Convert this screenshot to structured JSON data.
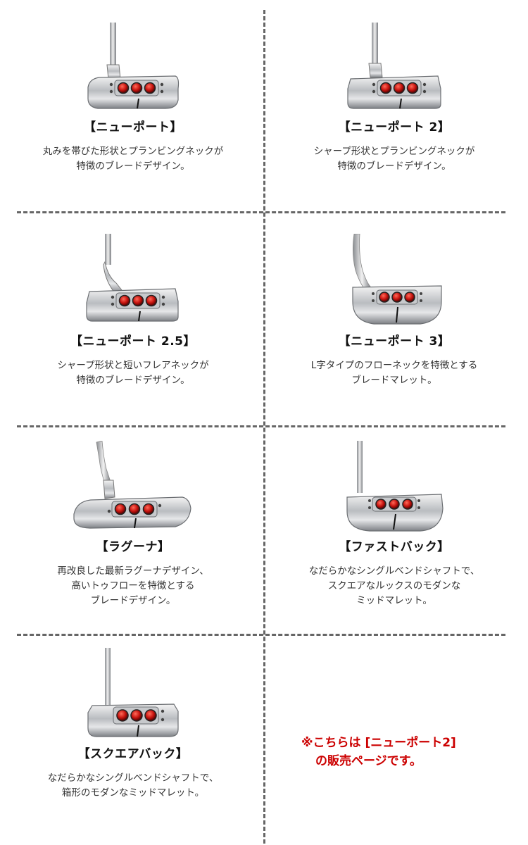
{
  "products": [
    {
      "name": "【ニューポート】",
      "desc": [
        "丸みを帯びた形状とプランビングネックが",
        "特徴のブレードデザイン。"
      ]
    },
    {
      "name": "【ニューポート 2】",
      "desc": [
        "シャープ形状とプランビングネックが",
        "特徴のブレードデザイン。"
      ]
    },
    {
      "name": "【ニューポート 2.5】",
      "desc": [
        "シャープ形状と短いフレアネックが",
        "特徴のブレードデザイン。"
      ]
    },
    {
      "name": "【ニューポート 3】",
      "desc": [
        "L字タイプのフローネックを特徴とする",
        "ブレードマレット。"
      ]
    },
    {
      "name": "【ラグーナ】",
      "desc": [
        "再改良した最新ラグーナデザイン、",
        "高いトゥフローを特徴とする",
        "ブレードデザイン。"
      ]
    },
    {
      "name": "【ファストバック】",
      "desc": [
        "なだらかなシングルベンドシャフトで、",
        "スクエアなルックスのモダンな",
        "ミッドマレット。"
      ]
    },
    {
      "name": "【スクエアバック】",
      "desc": [
        "なだらかなシングルベンドシャフトで、",
        "箱形のモダンなミッドマレット。"
      ]
    }
  ],
  "note": [
    "※こちらは [ニューポート2]",
    "の販売ページです。"
  ],
  "colors": {
    "note": "#cc0000",
    "insert": "#cc1a1a",
    "divider": "#666666"
  }
}
